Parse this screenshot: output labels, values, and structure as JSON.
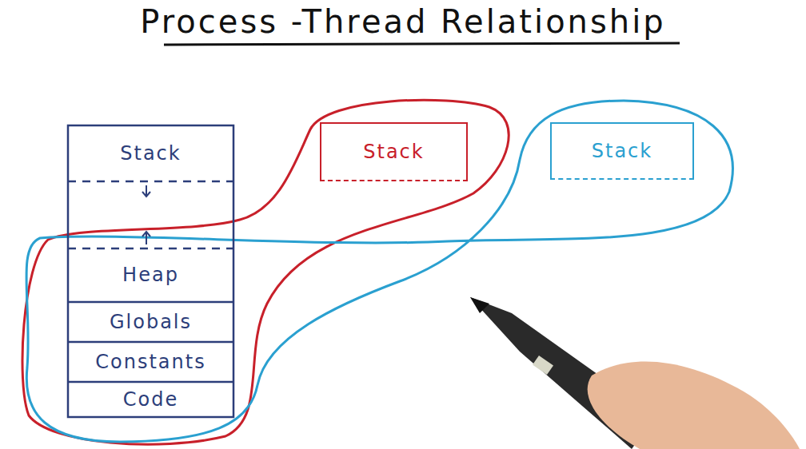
{
  "diagram": {
    "title": "Process -Thread Relationship",
    "nodes": [
      {
        "text": [
          "Stack"
        ]
      },
      {
        "text": [
          "Heap"
        ]
      },
      {
        "text": [
          "Globals"
        ]
      },
      {
        "text": [
          "Constants"
        ]
      },
      {
        "text": [
          "Code"
        ]
      },
      {
        "text": [
          "Stack"
        ]
      },
      {
        "text": [
          "Stack"
        ]
      }
    ]
  }
}
